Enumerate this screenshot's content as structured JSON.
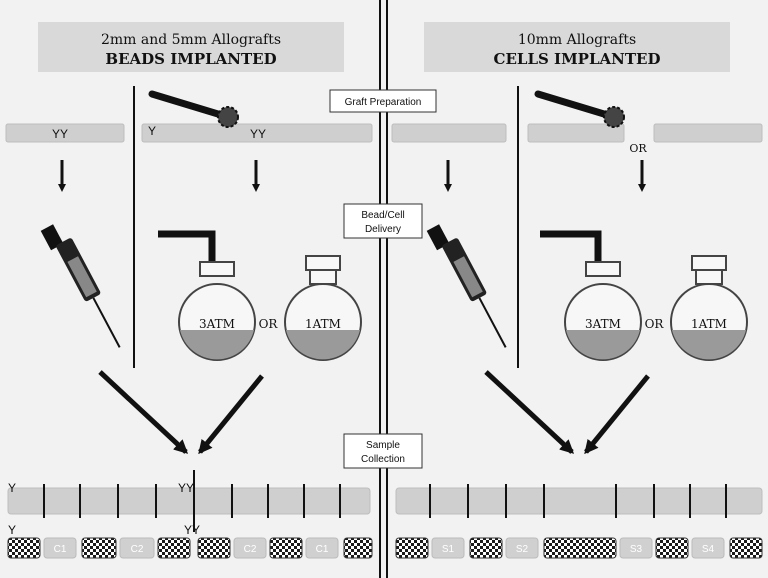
{
  "left_panel": {
    "title_line1": "2mm and 5mm Allografts",
    "title_line2": "BEADS IMPLANTED",
    "graft_marks": [
      "YY",
      "Y",
      "YY"
    ],
    "flask_a": "3ATM",
    "or_flask": "OR",
    "flask_b": "1ATM",
    "sample_marks_top": [
      "Y",
      "YY"
    ],
    "sample_marks_bottom": [
      "Y",
      "YY"
    ],
    "segment_labels": [
      "C1",
      "C2",
      "C2",
      "C1"
    ]
  },
  "right_panel": {
    "title_line1": "10mm Allografts",
    "title_line2": "CELLS IMPLANTED",
    "or_graft": "OR",
    "flask_a": "3ATM",
    "or_flask": "OR",
    "flask_b": "1ATM",
    "segment_labels": [
      "S1",
      "S2",
      "S3",
      "S4"
    ]
  },
  "steps": {
    "graft_preparation": "Graft Preparation",
    "delivery_line1": "Bead/Cell",
    "delivery_line2": "Delivery",
    "collection_line1": "Sample",
    "collection_line2": "Collection"
  },
  "icons": [
    "syringe-icon",
    "rotating-tool-icon",
    "pressure-flask-icon"
  ],
  "colors": {
    "panel_bg": "#f2f2f2",
    "title_box": "#d9d9d9",
    "tube": "#cfcfcf",
    "liquid": "#9a9a9a",
    "ink": "#111111"
  }
}
